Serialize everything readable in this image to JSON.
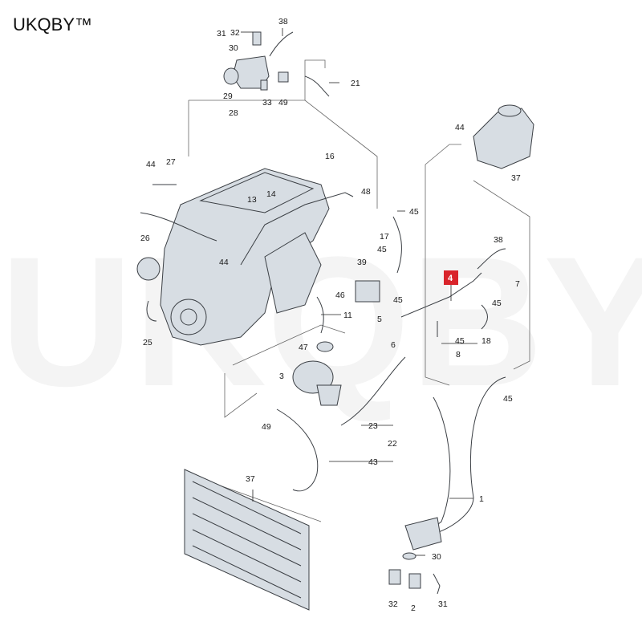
{
  "brand": "UKQBY™",
  "watermark": "UKQBY™",
  "highlight_color": "#d9242b",
  "callouts": [
    {
      "id": "c4",
      "text": "4",
      "highlight": true
    },
    {
      "id": "c38a",
      "text": "38"
    },
    {
      "id": "c32a",
      "text": "32"
    },
    {
      "id": "c31a",
      "text": "31"
    },
    {
      "id": "c30a",
      "text": "30"
    },
    {
      "id": "c29",
      "text": "29"
    },
    {
      "id": "c28",
      "text": "28"
    },
    {
      "id": "c33",
      "text": "33"
    },
    {
      "id": "c49a",
      "text": "49"
    },
    {
      "id": "c21",
      "text": "21"
    },
    {
      "id": "c16",
      "text": "16"
    },
    {
      "id": "c14",
      "text": "14"
    },
    {
      "id": "c13",
      "text": "13"
    },
    {
      "id": "c48",
      "text": "48"
    },
    {
      "id": "c44a",
      "text": "44"
    },
    {
      "id": "c27",
      "text": "27"
    },
    {
      "id": "c26",
      "text": "26"
    },
    {
      "id": "c44b",
      "text": "44"
    },
    {
      "id": "c25",
      "text": "25"
    },
    {
      "id": "c45a",
      "text": "45"
    },
    {
      "id": "c17",
      "text": "17"
    },
    {
      "id": "c39",
      "text": "39"
    },
    {
      "id": "c45b",
      "text": "45"
    },
    {
      "id": "c45c",
      "text": "45"
    },
    {
      "id": "c46",
      "text": "46"
    },
    {
      "id": "c11",
      "text": "11"
    },
    {
      "id": "c5",
      "text": "5"
    },
    {
      "id": "c6",
      "text": "6"
    },
    {
      "id": "c47",
      "text": "47"
    },
    {
      "id": "c3",
      "text": "3"
    },
    {
      "id": "c44c",
      "text": "44"
    },
    {
      "id": "c37a",
      "text": "37"
    },
    {
      "id": "c38b",
      "text": "38"
    },
    {
      "id": "c7",
      "text": "7"
    },
    {
      "id": "c45d",
      "text": "45"
    },
    {
      "id": "c18",
      "text": "18"
    },
    {
      "id": "c45e",
      "text": "45"
    },
    {
      "id": "c8",
      "text": "8"
    },
    {
      "id": "c45f",
      "text": "45"
    },
    {
      "id": "c49b",
      "text": "49"
    },
    {
      "id": "c23",
      "text": "23"
    },
    {
      "id": "c22",
      "text": "22"
    },
    {
      "id": "c43",
      "text": "43"
    },
    {
      "id": "c37b",
      "text": "37"
    },
    {
      "id": "c1",
      "text": "1"
    },
    {
      "id": "c30b",
      "text": "30"
    },
    {
      "id": "c32b",
      "text": "32"
    },
    {
      "id": "c2",
      "text": "2"
    },
    {
      "id": "c31b",
      "text": "31"
    }
  ]
}
